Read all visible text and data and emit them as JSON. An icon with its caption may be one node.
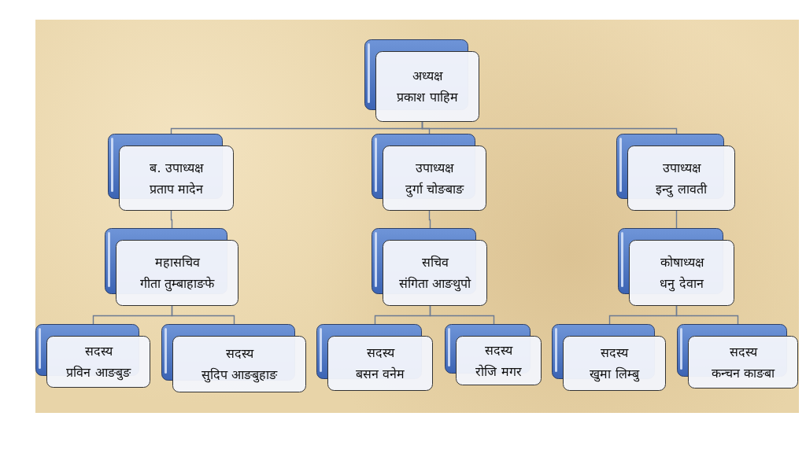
{
  "diagram": {
    "nodes": [
      {
        "text": [
          "अध्यक्ष",
          "प्रकाश पाहिम"
        ]
      },
      {
        "text": [
          "ब. उपाध्यक्ष",
          "प्रताप मादेन"
        ]
      },
      {
        "text": [
          "उपाध्यक्ष",
          "दुर्गा चोङबाङ"
        ]
      },
      {
        "text": [
          "उपाध्यक्ष",
          "इन्दु लावती"
        ]
      },
      {
        "text": [
          "महासचिव",
          "गीता तुम्बाहाङफे"
        ]
      },
      {
        "text": [
          "सचिव",
          "संगिता आङथुपो"
        ]
      },
      {
        "text": [
          "कोषाध्यक्ष",
          "धनु देवान"
        ]
      },
      {
        "text": [
          "सदस्य",
          "प्रविन आङबुङ"
        ]
      },
      {
        "text": [
          "सदस्य",
          "सुदिप आङबुहाङ"
        ]
      },
      {
        "text": [
          "सदस्य",
          "बसन वनेम"
        ]
      },
      {
        "text": [
          "सदस्य",
          "रोजि मगर"
        ]
      },
      {
        "text": [
          "सदस्य",
          "खुमा लिम्बु"
        ]
      },
      {
        "text": [
          "सदस्य",
          "कन्चन काङबा"
        ]
      }
    ],
    "edges": [
      {
        "from": 0,
        "to": 1,
        "arrow": "none"
      },
      {
        "from": 0,
        "to": 2,
        "arrow": "none"
      },
      {
        "from": 0,
        "to": 3,
        "arrow": "none"
      },
      {
        "from": 1,
        "to": 4,
        "arrow": "none"
      },
      {
        "from": 2,
        "to": 5,
        "arrow": "none"
      },
      {
        "from": 3,
        "to": 6,
        "arrow": "none"
      },
      {
        "from": 4,
        "to": 7,
        "arrow": "none"
      },
      {
        "from": 4,
        "to": 8,
        "arrow": "none"
      },
      {
        "from": 5,
        "to": 9,
        "arrow": "none"
      },
      {
        "from": 5,
        "to": 10,
        "arrow": "none"
      },
      {
        "from": 6,
        "to": 11,
        "arrow": "none"
      },
      {
        "from": 6,
        "to": 12,
        "arrow": "none"
      }
    ]
  }
}
